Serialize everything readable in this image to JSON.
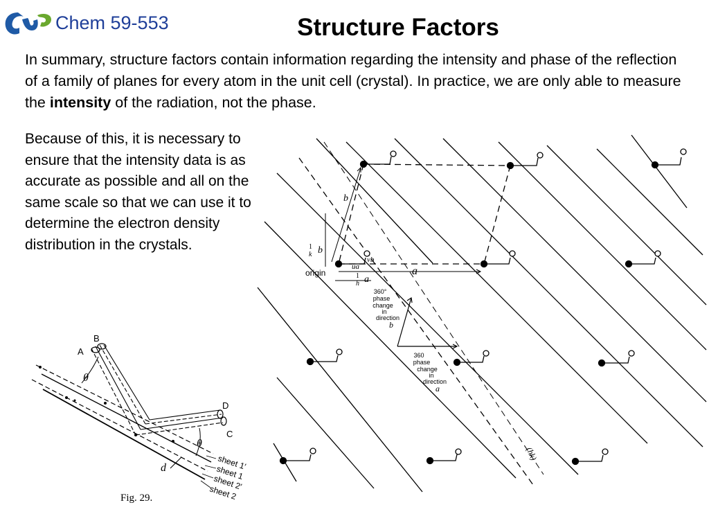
{
  "header": {
    "course": "Chem 59-553",
    "title": "Structure Factors"
  },
  "summary": {
    "part1": "In summary, structure factors contain information regarding the intensity and phase of the reflection of a family of planes for every atom in the unit cell (crystal).  In practice, we are only able to measure the ",
    "bold": "intensity",
    "part2": " of the radiation, not the phase."
  },
  "side_text": "Because of this, it is necessary to ensure that the intensity data is as accurate as possible and all on the same scale so that we can use it to determine the electron density distribution in the crystals.",
  "fig29": {
    "caption": "Fig.  29.",
    "label_A": "A",
    "label_B": "B",
    "label_C": "C",
    "label_D": "D",
    "label_d": "d",
    "label_theta": "θ",
    "sheets": [
      "sheet 1′",
      "sheet 1",
      "sheet 2′",
      "sheet 2"
    ]
  },
  "lattice": {
    "b": "b",
    "a": "a",
    "one": "1",
    "k": "k",
    "h": "h",
    "origin": "origin",
    "ua": "ua",
    "vb": "vb",
    "hkl": "(hk)",
    "phase_b": [
      "360°",
      "phase",
      "change",
      "in",
      "direction",
      "b"
    ],
    "phase_a": [
      "360",
      "phase",
      "change",
      "in",
      "direction",
      "a"
    ]
  },
  "colors": {
    "logo_blue": "#1f5aa6",
    "logo_green": "#6aa82e",
    "course_text": "#1f3f99"
  }
}
